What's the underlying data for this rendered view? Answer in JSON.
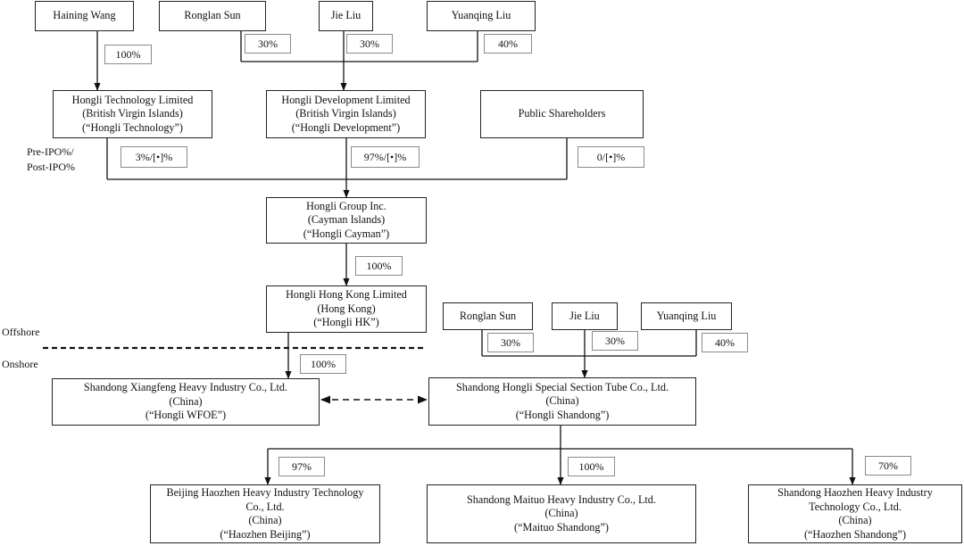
{
  "shareholders_top": {
    "haining_wang": "Haining Wang",
    "ronglan_sun": "Ronglan Sun",
    "jie_liu": "Jie Liu",
    "yuanqing_liu": "Yuanqing Liu"
  },
  "top_percentages": {
    "haining_wang": "100%",
    "ronglan_sun": "30%",
    "jie_liu": "30%",
    "yuanqing_liu": "40%"
  },
  "hongli_technology": {
    "name": "Hongli Technology Limited",
    "jurisdiction": "(British Virgin Islands)",
    "alias": "(“Hongli Technology”)"
  },
  "hongli_development": {
    "name": "Hongli Development Limited",
    "jurisdiction": "(British Virgin Islands)",
    "alias": "(“Hongli Development”)"
  },
  "public_shareholders": {
    "name": "Public Shareholders"
  },
  "pre_post_ipo_label": {
    "line1": "Pre-IPO%/",
    "line2": "Post-IPO%"
  },
  "cayman_percentages": {
    "technology": "3%/[•]%",
    "development": "97%/[•]%",
    "public": "0/[•]%"
  },
  "hongli_cayman": {
    "name": "Hongli Group Inc.",
    "jurisdiction": "(Cayman Islands)",
    "alias": "(“Hongli Cayman”)"
  },
  "cayman_to_hk_pct": "100%",
  "hongli_hk": {
    "name": "Hongli Hong Kong Limited",
    "jurisdiction": "(Hong Kong)",
    "alias": "(“Hongli HK”)"
  },
  "zone_labels": {
    "offshore": "Offshore",
    "onshore": "Onshore"
  },
  "shareholders_mid": {
    "ronglan_sun": "Ronglan Sun",
    "jie_liu": "Jie Liu",
    "yuanqing_liu": "Yuanqing Liu"
  },
  "mid_percentages": {
    "ronglan_sun": "30%",
    "jie_liu": "30%",
    "yuanqing_liu": "40%"
  },
  "hk_to_wfoe_pct": "100%",
  "hongli_wfoe": {
    "name": "Shandong Xiangfeng Heavy Industry Co., Ltd.",
    "jurisdiction": "(China)",
    "alias": "(“Hongli WFOE”)"
  },
  "hongli_shandong": {
    "name": "Shandong Hongli Special Section Tube Co., Ltd.",
    "jurisdiction": "(China)",
    "alias": "(“Hongli Shandong”)"
  },
  "subsidiary_percentages": {
    "haozhen_beijing": "97%",
    "maituo_shandong": "100%",
    "haozhen_shandong": "70%"
  },
  "haozhen_beijing": {
    "name_line1": "Beijing Haozhen Heavy Industry Technology",
    "name_line2": "Co., Ltd.",
    "jurisdiction": "(China)",
    "alias": "(“Haozhen Beijing”)"
  },
  "maituo_shandong": {
    "name": "Shandong Maituo Heavy Industry Co., Ltd.",
    "jurisdiction": "(China)",
    "alias": "(“Maituo Shandong”)"
  },
  "haozhen_shandong": {
    "name_line1": "Shandong Haozhen Heavy Industry",
    "name_line2": "Technology Co., Ltd.",
    "jurisdiction": "(China)",
    "alias": "(“Haozhen Shandong”)"
  }
}
